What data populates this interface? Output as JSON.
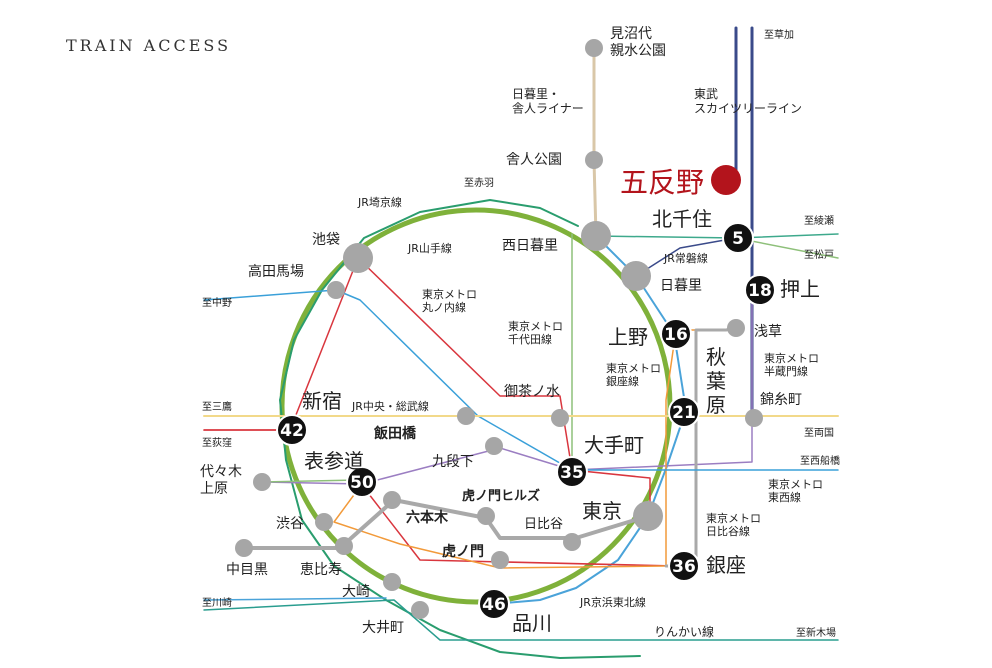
{
  "title": "TRAIN ACCESS",
  "colors": {
    "yamanote": "#7fb13a",
    "tobu": "#3a4a8a",
    "keihin_tohoku": "#4aa3d9",
    "chuo_sobu": "#f2d98a",
    "marunouchi": "#d9363e",
    "chiyoda": "#8ec07a",
    "ginza": "#f29a3a",
    "hibiya": "#a9a9a9",
    "hanzomon": "#9b7ec2",
    "tozai": "#3aa0d9",
    "joban": "#3ea98c",
    "toneri": "#d9c7a8",
    "saikyo": "#2a9d6e",
    "rinkai": "#2a9d8f",
    "station": "#a6a6a6",
    "badge": "#111111",
    "gotanno": "#b3141c"
  },
  "lines": {
    "yamanote": "JR山手線",
    "saikyo": "JR埼京線",
    "marunouchi": "東京メトロ\n丸ノ内線",
    "chiyoda": "東京メトロ\n千代田線",
    "toneri": "日暮里・\n舎人ライナー",
    "tobu": "東武\nスカイツリーライン",
    "joban": "JR常磐線",
    "ginza": "東京メトロ\n銀座線",
    "hanzomon": "東京メトロ\n半蔵門線",
    "chuo": "JR中央・総武線",
    "tozai": "東京メトロ\n東西線",
    "hibiya": "東京メトロ\n日比谷線",
    "keihin": "JR京浜東北線",
    "rinkai": "りんかい線"
  },
  "directions": {
    "soka": "至草加",
    "akabane": "至赤羽",
    "ayase": "至綾瀬",
    "matsudo": "至松戸",
    "nakano": "至中野",
    "mitaka": "至三鷹",
    "ogikubo": "至荻窪",
    "ryogoku": "至両国",
    "nishifunabashi": "至西船橋",
    "kawasaki": "至川崎",
    "shinkiba": "至新木場"
  },
  "origin": "五反野",
  "stations": {
    "minumadai": "見沼代\n親水公園",
    "toneri_koen": "舎人公園",
    "kitasenju": "北千住",
    "nishinippori": "西日暮里",
    "nippori": "日暮里",
    "oshiage": "押上",
    "ikebukuro": "池袋",
    "takadanobaba": "高田馬場",
    "ueno": "上野",
    "asakusa": "浅草",
    "akihabara": "秋\n葉\n原",
    "ochanomizu": "御茶ノ水",
    "kinshicho": "錦糸町",
    "shinjuku": "新宿",
    "iidabashi": "飯田橋",
    "otemachi": "大手町",
    "kudanshita": "九段下",
    "omotesando": "表参道",
    "yoyogi_uehara": "代々木\n上原",
    "toranomon_hills": "虎ノ門ヒルズ",
    "roppongi": "六本木",
    "tokyo": "東京",
    "hibiya": "日比谷",
    "shibuya": "渋谷",
    "toranomon": "虎ノ門",
    "nakameguro": "中目黒",
    "ebisu": "恵比寿",
    "ginza": "銀座",
    "osaki": "大崎",
    "shinagawa": "品川",
    "oimachi": "大井町"
  },
  "minutes": {
    "kitasenju": "5",
    "oshiage": "18",
    "ueno": "16",
    "akihabara": "21",
    "shinjuku": "42",
    "otemachi": "35",
    "omotesando": "50",
    "ginza": "36",
    "shinagawa": "46"
  }
}
